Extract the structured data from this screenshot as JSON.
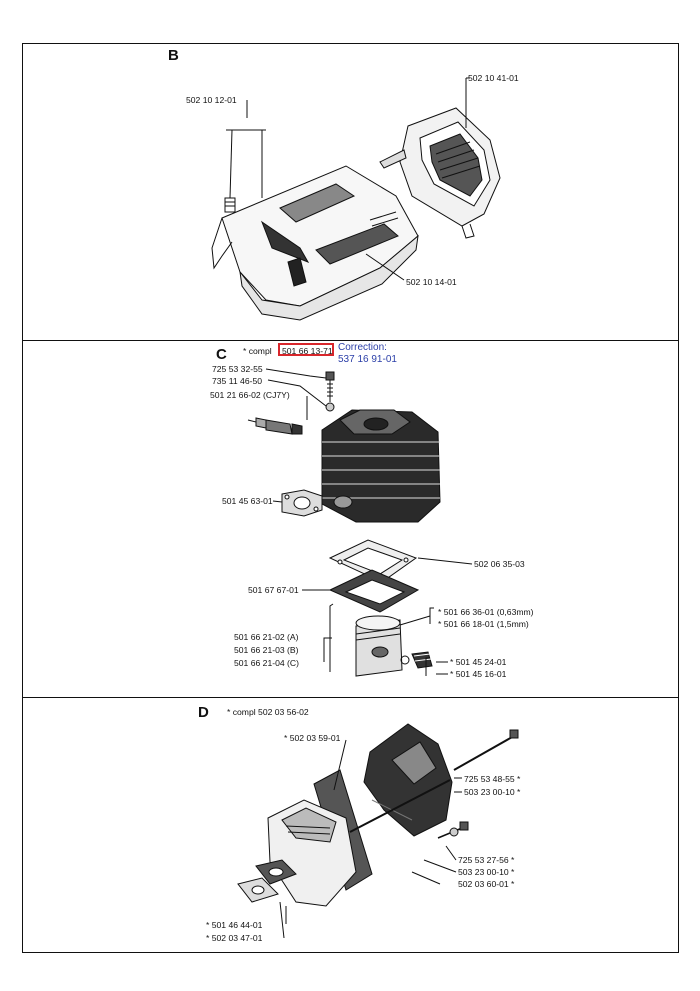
{
  "sections": {
    "b": {
      "letter": "B",
      "labels": {
        "screw": "502 10 12-01",
        "cover_right": "502 10 41-01",
        "top_cover": "502 10 14-01"
      }
    },
    "c": {
      "letter": "C",
      "compl": "*  compl",
      "compl_part": "501 66 13-71",
      "correction_title": "Correction:",
      "correction_part": "537 16 91-01",
      "labels": {
        "bolt": "725 53 32-55",
        "washer": "735 11 46-50",
        "spark_plug": "501 21 66-02 (CJ7Y)",
        "intake_gasket": "501 45 63-01",
        "base_gasket_top": "502 06 35-03",
        "base_gasket": "501 67 67-01",
        "piston_a": "501 66 21-02 (A)",
        "piston_b": "501 66 21-03 (B)",
        "piston_c": "501 66 21-04 (C)",
        "gasket_063": "*  501 66 36-01 (0,63mm)",
        "gasket_15": "*  501 66 18-01 (1,5mm)",
        "circlip": "*  501 45 24-01",
        "pin": "*  501 45 16-01"
      }
    },
    "d": {
      "letter": "D",
      "compl": "*  compl 502 03 56-02",
      "labels": {
        "plate": "*  502 03 59-01",
        "bolt_long": "725 53 48-55  *",
        "nut_1": "503 23 00-10  *",
        "screw": "725 53 27-56  *",
        "nut_2": "503 23 00-10  *",
        "bracket": "502 03 60-01 *",
        "gasket_1": "*  501 46 44-01",
        "gasket_2": "*  502 03 47-01"
      }
    }
  }
}
